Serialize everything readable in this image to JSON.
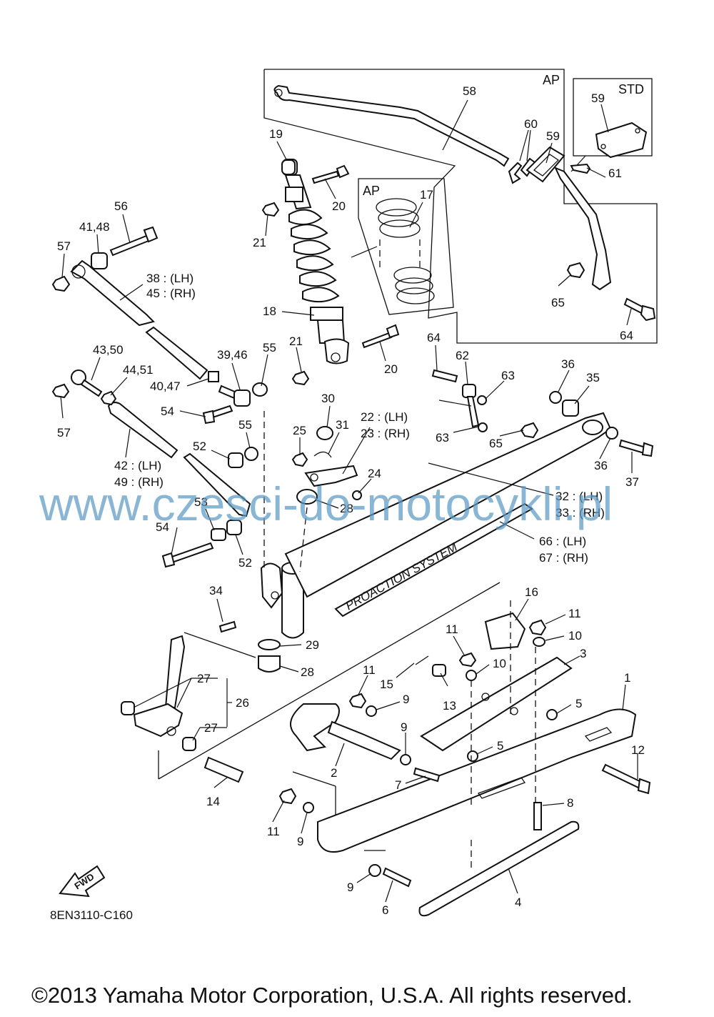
{
  "diagram": {
    "code": "8EN3110-C160",
    "copyright": "©2013 Yamaha Motor Corporation, U.S.A. All rights reserved.",
    "watermark": "www.czesci-do-motocykli.pl",
    "box_labels": {
      "ap_top": "AP",
      "std": "STD",
      "ap_spring": "AP"
    },
    "fwd_icon_text": "FWD",
    "decal_text": "PROACTION SYSTEM",
    "callouts": {
      "c58": "58",
      "c60": "60",
      "c59a": "59",
      "c59b": "59",
      "c61": "61",
      "c19": "19",
      "c20a": "20",
      "c17": "17",
      "c21a": "21",
      "c18": "18",
      "c21b": "21",
      "c20b": "20",
      "c56": "56",
      "c4148": "41,48",
      "c57a": "57",
      "c38": "38 : (LH)",
      "c45": "45 : (RH)",
      "c4350": "43,50",
      "c4451": "44,51",
      "c3946": "39,46",
      "c55a": "55",
      "c4047": "40,47",
      "c57b": "57",
      "c54a": "54",
      "c55b": "55",
      "c52a": "52",
      "c42": "42 : (LH)",
      "c49": "49 : (RH)",
      "c53": "53",
      "c54b": "54",
      "c52b": "52",
      "c34": "34",
      "c30": "30",
      "c31": "31",
      "c25": "25",
      "c22": "22 : (LH)",
      "c23": "23 : (RH)",
      "c24": "24",
      "c28a": "28",
      "c64a": "64",
      "c62": "62",
      "c63a": "63",
      "c63b": "63",
      "c65a": "65",
      "c65b": "65",
      "c64b": "64",
      "c36a": "36",
      "c35": "35",
      "c36b": "36",
      "c37": "37",
      "c32": "32 : (LH)",
      "c33": "33 : (RH)",
      "c66": "66 : (LH)",
      "c67": "67 : (RH)",
      "c29": "29",
      "c28b": "28",
      "c27a": "27",
      "c26": "26",
      "c27b": "27",
      "c14": "14",
      "c16": "16",
      "c11a": "11",
      "c10a": "10",
      "c3": "3",
      "c11b": "11",
      "c10b": "10",
      "c1": "1",
      "c11c": "11",
      "c15": "15",
      "c9a": "9",
      "c13": "13",
      "c5a": "5",
      "c9b": "9",
      "c5b": "5",
      "c2": "2",
      "c12": "12",
      "c7": "7",
      "c8": "8",
      "c11d": "11",
      "c9c": "9",
      "c9d": "9",
      "c6": "6",
      "c4": "4"
    }
  }
}
